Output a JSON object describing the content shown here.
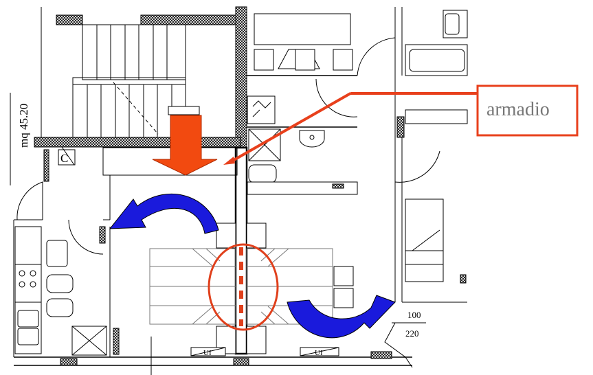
{
  "plan": {
    "area_label": "mq 45.20",
    "room_code": "C",
    "dim_top": "100",
    "dim_bottom": "220",
    "ui_left": "UI",
    "ui_right": "UI"
  },
  "callout": {
    "label": "armadio",
    "color": "#e8401c"
  },
  "colors": {
    "entry_arrow": "#f24a10",
    "swing_arrows": "#1a1adc",
    "highlight": "#e0401c"
  }
}
